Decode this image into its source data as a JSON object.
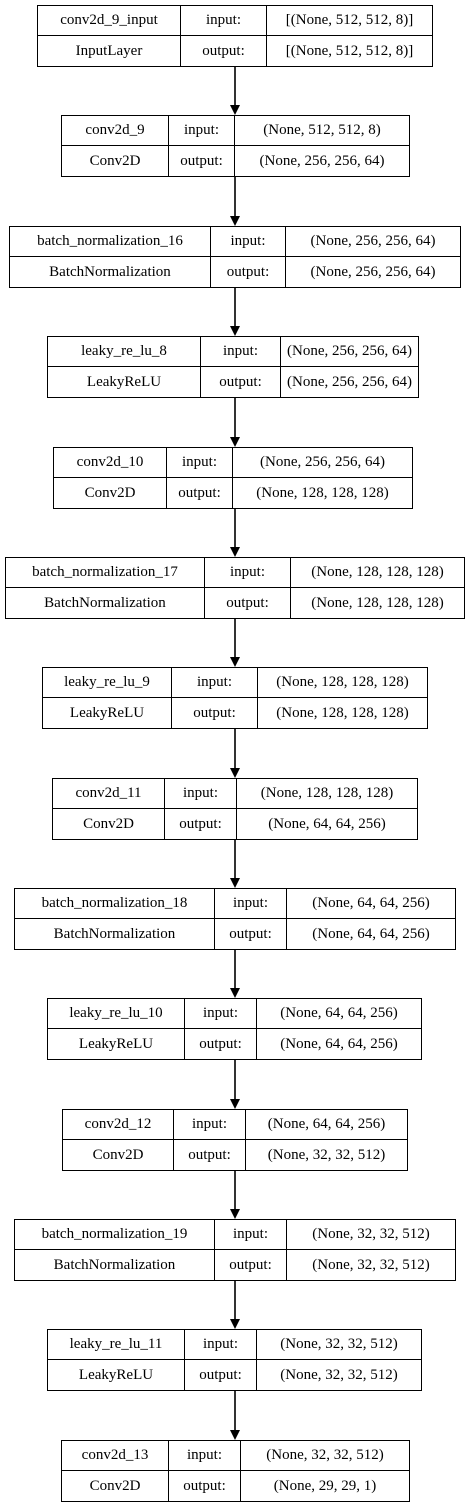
{
  "layers": [
    {
      "name": "conv2d_9_input",
      "type": "InputLayer",
      "input_label": "input:",
      "output_label": "output:",
      "input_shape": "[(None, 512, 512, 8)]",
      "output_shape": "[(None, 512, 512, 8)]"
    },
    {
      "name": "conv2d_9",
      "type": "Conv2D",
      "input_label": "input:",
      "output_label": "output:",
      "input_shape": "(None, 512, 512, 8)",
      "output_shape": "(None, 256, 256, 64)"
    },
    {
      "name": "batch_normalization_16",
      "type": "BatchNormalization",
      "input_label": "input:",
      "output_label": "output:",
      "input_shape": "(None, 256, 256, 64)",
      "output_shape": "(None, 256, 256, 64)"
    },
    {
      "name": "leaky_re_lu_8",
      "type": "LeakyReLU",
      "input_label": "input:",
      "output_label": "output:",
      "input_shape": "(None, 256, 256, 64)",
      "output_shape": "(None, 256, 256, 64)"
    },
    {
      "name": "conv2d_10",
      "type": "Conv2D",
      "input_label": "input:",
      "output_label": "output:",
      "input_shape": "(None, 256, 256, 64)",
      "output_shape": "(None, 128, 128, 128)"
    },
    {
      "name": "batch_normalization_17",
      "type": "BatchNormalization",
      "input_label": "input:",
      "output_label": "output:",
      "input_shape": "(None, 128, 128, 128)",
      "output_shape": "(None, 128, 128, 128)"
    },
    {
      "name": "leaky_re_lu_9",
      "type": "LeakyReLU",
      "input_label": "input:",
      "output_label": "output:",
      "input_shape": "(None, 128, 128, 128)",
      "output_shape": "(None, 128, 128, 128)"
    },
    {
      "name": "conv2d_11",
      "type": "Conv2D",
      "input_label": "input:",
      "output_label": "output:",
      "input_shape": "(None, 128, 128, 128)",
      "output_shape": "(None, 64, 64, 256)"
    },
    {
      "name": "batch_normalization_18",
      "type": "BatchNormalization",
      "input_label": "input:",
      "output_label": "output:",
      "input_shape": "(None, 64, 64, 256)",
      "output_shape": "(None, 64, 64, 256)"
    },
    {
      "name": "leaky_re_lu_10",
      "type": "LeakyReLU",
      "input_label": "input:",
      "output_label": "output:",
      "input_shape": "(None, 64, 64, 256)",
      "output_shape": "(None, 64, 64, 256)"
    },
    {
      "name": "conv2d_12",
      "type": "Conv2D",
      "input_label": "input:",
      "output_label": "output:",
      "input_shape": "(None, 64, 64, 256)",
      "output_shape": "(None, 32, 32, 512)"
    },
    {
      "name": "batch_normalization_19",
      "type": "BatchNormalization",
      "input_label": "input:",
      "output_label": "output:",
      "input_shape": "(None, 32, 32, 512)",
      "output_shape": "(None, 32, 32, 512)"
    },
    {
      "name": "leaky_re_lu_11",
      "type": "LeakyReLU",
      "input_label": "input:",
      "output_label": "output:",
      "input_shape": "(None, 32, 32, 512)",
      "output_shape": "(None, 32, 32, 512)"
    },
    {
      "name": "conv2d_13",
      "type": "Conv2D",
      "input_label": "input:",
      "output_label": "output:",
      "input_shape": "(None, 32, 32, 512)",
      "output_shape": "(None, 29, 29, 1)"
    }
  ]
}
